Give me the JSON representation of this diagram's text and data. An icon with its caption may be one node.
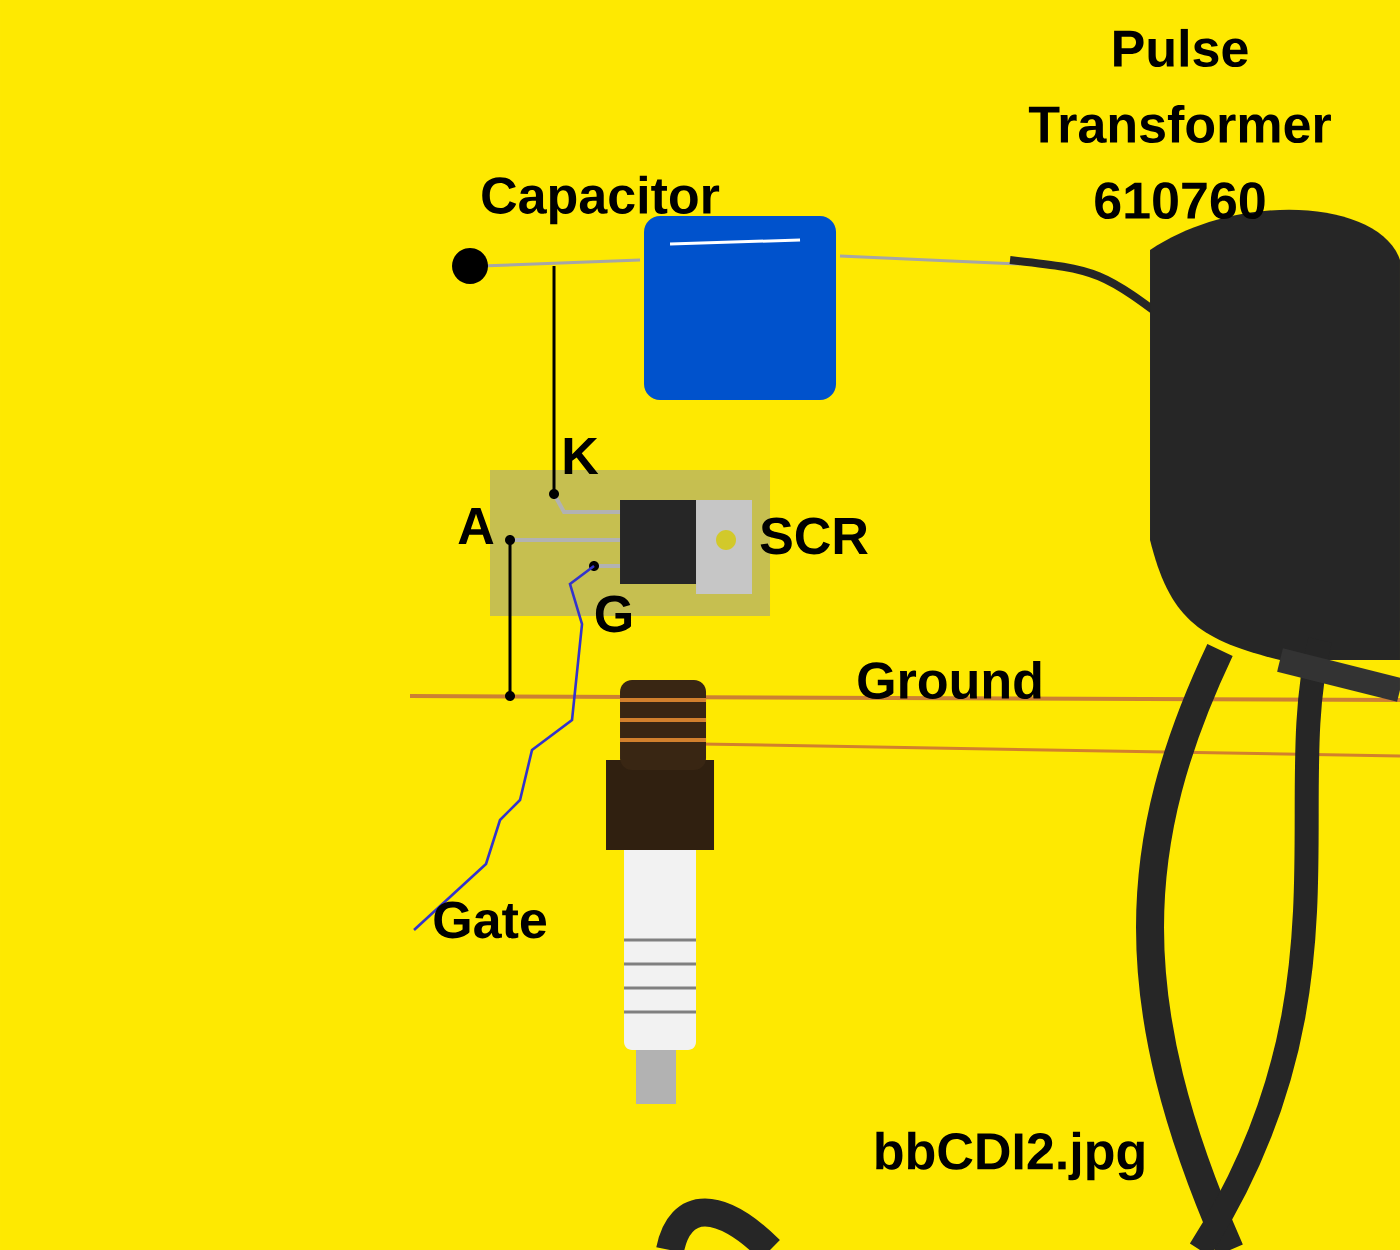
{
  "diagram": {
    "labels": [
      "Pulse Transformer 610760",
      "Capacitor",
      "K",
      "A",
      "SCR",
      "G",
      "Ground",
      "Gate",
      "bbCDI2.jpg"
    ]
  }
}
